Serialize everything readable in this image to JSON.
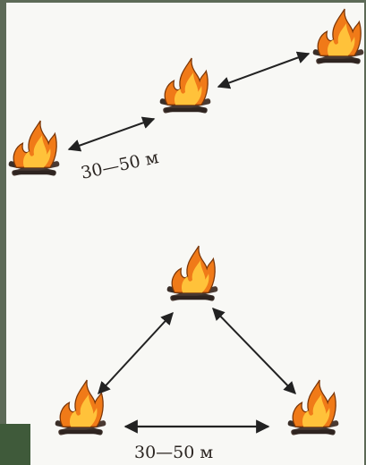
{
  "diagrams": [
    {
      "layout": "line",
      "distance_label": "30—50 м"
    },
    {
      "layout": "triangle",
      "distance_label": "30—50 м"
    }
  ],
  "icons": {
    "fire": "campfire-icon",
    "arrow": "double-arrow-icon"
  },
  "colors": {
    "flame_outer": "#f07a18",
    "flame_inner": "#ffc23a",
    "wood": "#3a2e28",
    "arrow": "#222222"
  }
}
